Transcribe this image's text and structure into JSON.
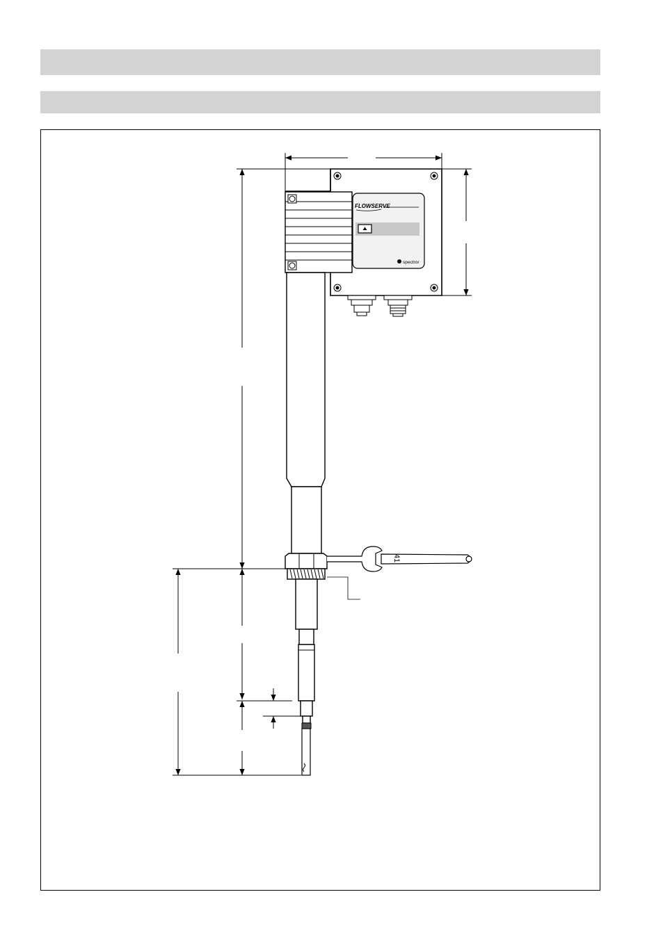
{
  "header": {
    "bar_1_title": "",
    "bar_2_title": ""
  },
  "drawing": {
    "brand_logo_text": "FLOWSERVE",
    "maker_mark_text": "spectror",
    "wrench_size_label": "41",
    "colors": {
      "stroke": "#000000",
      "panel_fill": "#f2f2f2",
      "display_fill": "#c8c8c8",
      "header_bar_fill": "#d3d3d3"
    }
  }
}
